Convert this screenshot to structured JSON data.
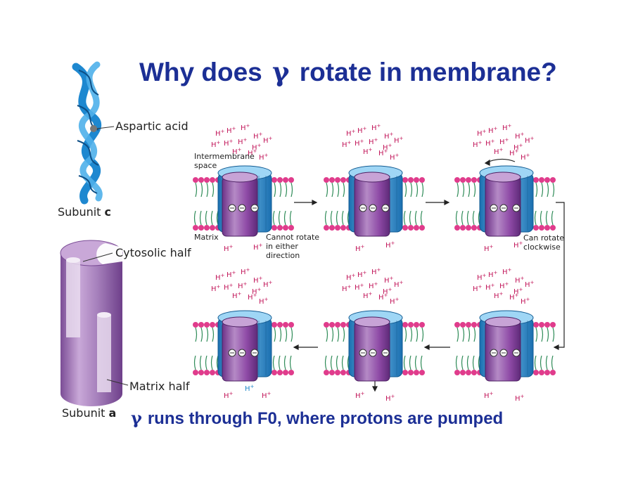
{
  "title": {
    "prefix": "Why does",
    "gamma": "γ",
    "suffix": "rotate in membrane?"
  },
  "subtitle": {
    "gamma": "γ",
    "text": "runs through F0, where protons are pumped"
  },
  "left_panel": {
    "aspartic_acid": "Aspartic acid",
    "subunit_c_prefix": "Subunit",
    "subunit_c_letter": "c",
    "cytosolic_half": "Cytosolic half",
    "matrix_half": "Matrix half",
    "subunit_a_prefix": "Subunit",
    "subunit_a_letter": "a"
  },
  "diagram_labels": {
    "intermembrane_line1": "Intermembrane",
    "intermembrane_line2": "space",
    "matrix": "Matrix",
    "cannot_rotate_line1": "Cannot rotate",
    "cannot_rotate_line2": "in either",
    "cannot_rotate_line3": "direction",
    "can_rotate_line1": "Can rotate",
    "can_rotate_line2": "clockwise",
    "proton": "H",
    "proton_charge": "+"
  },
  "colors": {
    "title_blue": "#1c2f95",
    "proton_magenta": "#c2185b",
    "proton_cyan": "#1e88c8",
    "lipid_head_pink": "#e03c8c",
    "lipid_tail_green": "#2e8b57",
    "rotor_purple": "#8e4aa6",
    "c_ring_blue": "#2a8fd6",
    "subunit_a_lilac": "#9b6fb0"
  }
}
